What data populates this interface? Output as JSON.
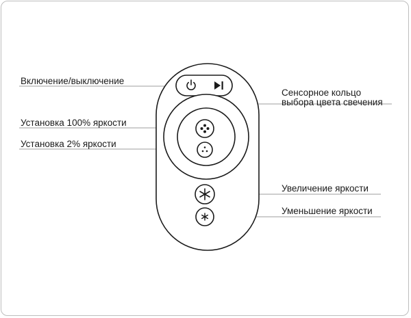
{
  "labels": {
    "power": "Включение/выключение",
    "brightness_100": "Установка 100% яркости",
    "brightness_2": "Установка 2% яркости",
    "touch_ring_line1": "Сенсорное кольцо",
    "touch_ring_line2": "выбора цвета свечения",
    "increase": "Увеличение яркости",
    "decrease": "Уменьшение яркости"
  },
  "icons": {
    "power": "power-icon",
    "play_pause": "play-pause-icon",
    "dots_large": "four-dots-icon",
    "dots_small": "three-dots-icon",
    "sun_large": "asterisk-icon",
    "sun_small": "small-asterisk-icon"
  },
  "colors": {
    "stroke": "#1a1a1a",
    "leader": "#9e9e9e",
    "frame": "#bdbdbd"
  }
}
